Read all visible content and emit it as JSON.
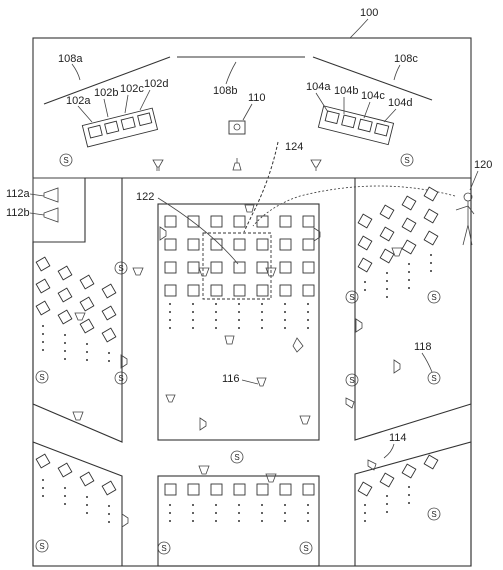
{
  "figure": {
    "ref_labels": {
      "venue": "100",
      "mixer_left": "102a",
      "mixer_left_b": "102b",
      "mixer_left_c": "102c",
      "mixer_left_d": "102d",
      "mixer_right_a": "104a",
      "mixer_right_b": "104b",
      "mixer_right_c": "104c",
      "mixer_right_d": "104d",
      "light_left": "108a",
      "light_center": "108b",
      "light_right": "108c",
      "console": "110",
      "device_a": "112a",
      "device_b": "112b",
      "zone_marker": "114",
      "speaker_marker": "116",
      "sensor_marker": "118",
      "person": "120",
      "seating_marker": "122",
      "zone_outline": "124"
    },
    "sensor_glyph": "S"
  }
}
